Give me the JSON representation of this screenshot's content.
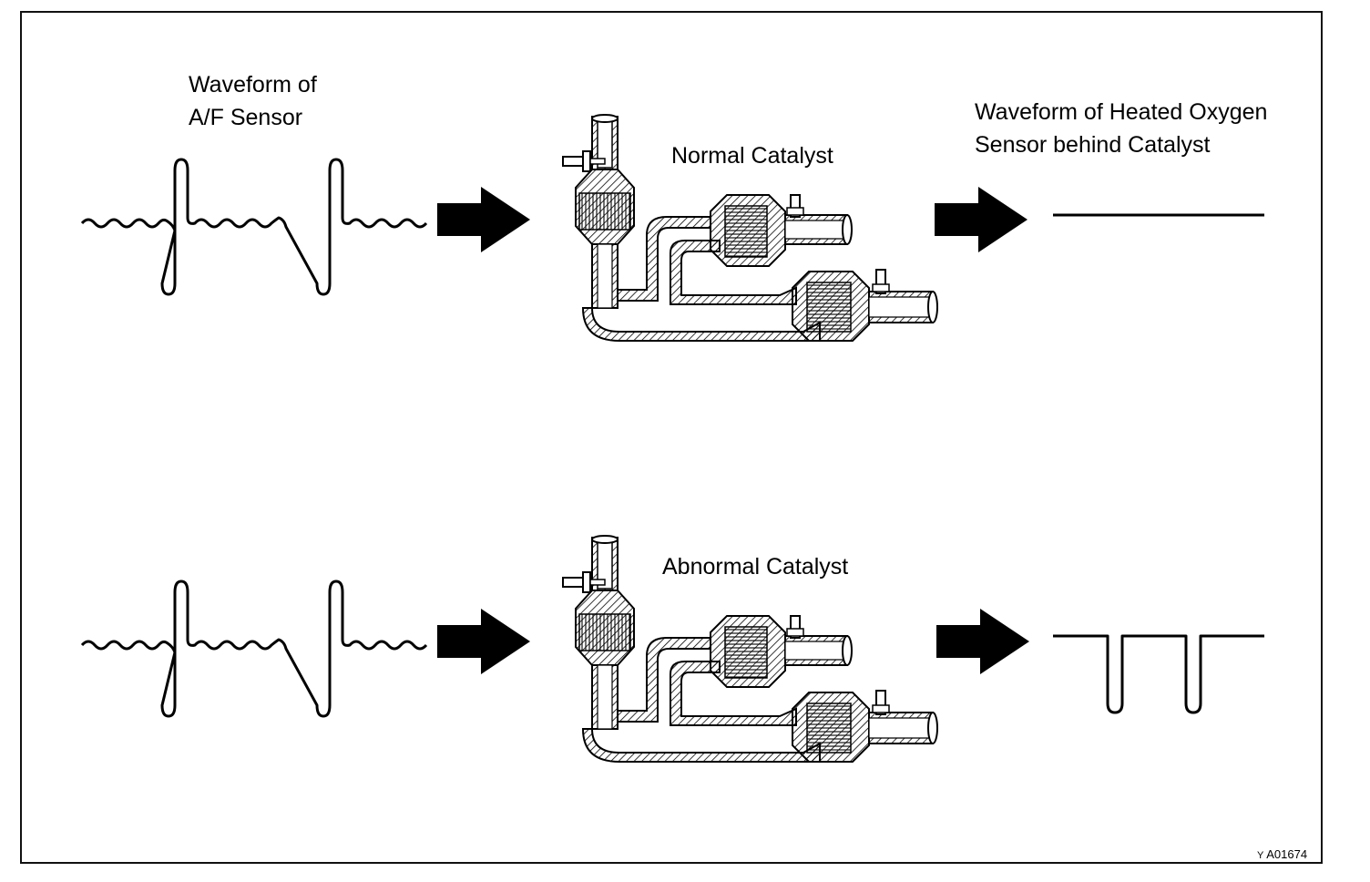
{
  "labels": {
    "af_sensor_line1": "Waveform of",
    "af_sensor_line2": "A/F Sensor",
    "normal_catalyst": "Normal Catalyst",
    "abnormal_catalyst": "Abnormal Catalyst",
    "ho2_line1": "Waveform of Heated Oxygen",
    "ho2_line2": "Sensor behind Catalyst"
  },
  "figure_code": {
    "prefix": "Y",
    "number": "A01674"
  },
  "icons": {
    "arrow": "right-arrow-icon",
    "catalyst": "exhaust-catalyst-icon"
  },
  "colors": {
    "line": "#000000",
    "background": "#ffffff"
  }
}
